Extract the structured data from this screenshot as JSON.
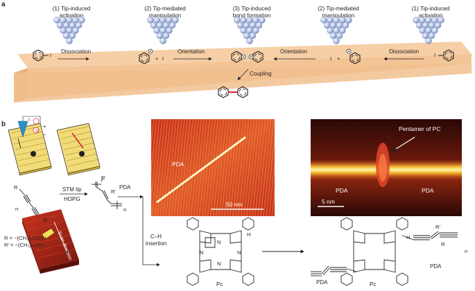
{
  "panel_a": {
    "letter": "a",
    "steps": [
      {
        "line1": "(1) Tip-induced",
        "line2": "activation"
      },
      {
        "line1": "(2) Tip-mediated",
        "line2": "manipulation"
      },
      {
        "line1": "(3) Tip-induced",
        "line2": "bond formation"
      },
      {
        "line1": "(2) Tip-mediated",
        "line2": "manipulation"
      },
      {
        "line1": "(1) Tip-induced",
        "line2": "activation"
      }
    ],
    "arrows": {
      "dissociation_left": "Dissociation",
      "orientation_left": "Orientation",
      "orientation_right": "Orientation",
      "dissociation_right": "Dissociation",
      "coupling": "Coupling"
    },
    "atom_label": "I",
    "plus": "+",
    "colors": {
      "surface": "#f6cfa6",
      "surface_edge": "#eab384",
      "tip_atom": "#b9c8e8",
      "bond": "#e3202a"
    }
  },
  "panel_b": {
    "letter": "b",
    "circuit": {
      "current_symbol": "I",
      "voltage_symbol": "V",
      "plus": "+",
      "minus": "−"
    },
    "reaction": {
      "label_R": "R",
      "label_Rprime": "R′",
      "label_n": "n",
      "arrow_top": "STM tip",
      "arrow_bottom": "HOPG",
      "product_label": "PDA",
      "substituent_R": "R = −(CH₂)₈CO₂H",
      "substituent_Rprime": "R′ = −(CH₂)₁₄CH₃"
    },
    "scan_label": "Scan direction",
    "stm_image_1": {
      "label": "PDA",
      "scale_bar": "50 nm"
    },
    "stm_image_2": {
      "annotation": "Pentamer of PC",
      "label_left": "PDA",
      "label_right": "PDA",
      "scale_bar": "5 nm"
    },
    "insertion": {
      "line1": "C–H",
      "line2": "insertion"
    },
    "pc_left": {
      "name": "Pc",
      "atoms": {
        "N": "N",
        "H": "H"
      }
    },
    "pc_right": {
      "name": "Pc",
      "label_PDA_left": "PDA",
      "label_PDA_right": "PDA",
      "label_R": "R",
      "label_Rprime": "R′",
      "label_H": "H",
      "label_n": "n"
    }
  }
}
